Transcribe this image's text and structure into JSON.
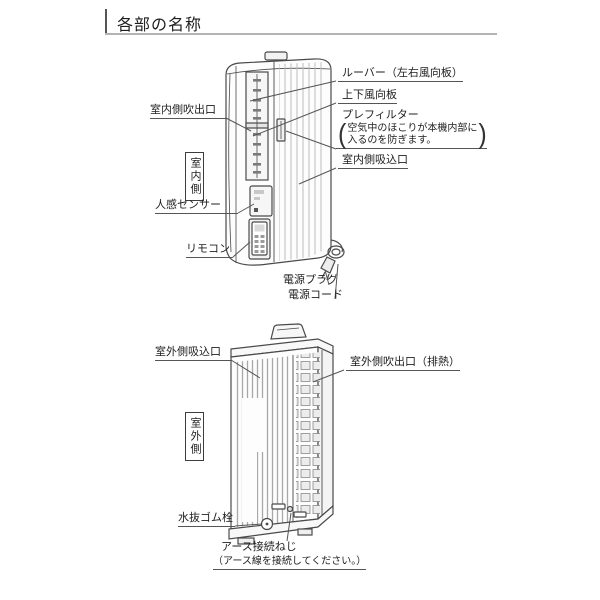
{
  "page": {
    "title": "各部の名称"
  },
  "indoor": {
    "side_label": "室内側",
    "louver": "ルーバー（左右風向板）",
    "updown_vane": "上下風向板",
    "prefilter": "プレフィルター",
    "paren_open": "(",
    "paren_close": ")",
    "prefilter_note_line1": "空気中のほこりが本機内部に",
    "prefilter_note_line2": "入るのを防ぎます。",
    "inlet": "室内側吸込口",
    "outlet": "室内側吹出口",
    "sensor": "人感センサー",
    "remote": "リモコン",
    "power_plug": "電源プラグ",
    "power_cord": "電源コード"
  },
  "outdoor": {
    "side_label": "室外側",
    "inlet": "室外側吸込口",
    "outlet": "室外側吹出口（排熱）",
    "drain_plug": "水抜ゴム栓",
    "earth_screw": "アース接続ねじ",
    "earth_note": "（アース線を接続してください。）"
  },
  "colors": {
    "line_art": "#4a4a4a",
    "label_text": "#1e1e1e",
    "underline": "#555555",
    "title_rule": "#b3b3b3",
    "grille_fill": "#ececec"
  }
}
